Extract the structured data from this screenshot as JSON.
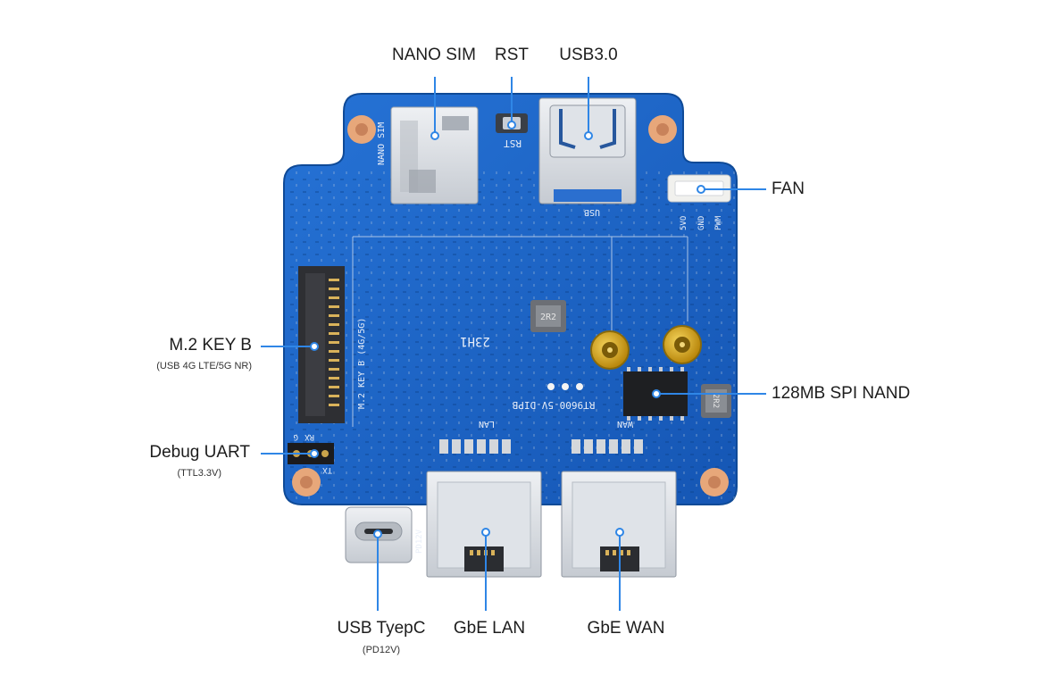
{
  "callouts": {
    "nano_sim": "NANO SIM",
    "rst": "RST",
    "usb30": "USB3.0",
    "fan": "FAN",
    "m2_key_b": "M.2 KEY B",
    "m2_key_b_sub": "(USB 4G LTE/5G NR)",
    "spi_nand": "128MB SPI NAND",
    "debug_uart": "Debug UART",
    "debug_uart_sub": "(TTL3.3V)",
    "usb_typec": "USB TyepC",
    "usb_typec_sub": "(PD12V)",
    "gbe_lan": "GbE LAN",
    "gbe_wan": "GbE WAN"
  },
  "silkscreen": {
    "board_name": "RT9600-5V-DIPB",
    "nano_sim": "NANO SIM",
    "rst": "RST",
    "usb": "USB",
    "fan_5v": "5VO",
    "fan_gnd": "GND",
    "fan_pwm": "PWM",
    "m2_slot": "M.2 KEY B (4G/5G)",
    "lan": "LAN",
    "wan": "WAN",
    "pd12v": "PD12V",
    "inductor1": "2R2",
    "inductor2": "2R2",
    "uart_rx": "RX",
    "uart_tx": "TX",
    "uart_g": "G",
    "code": "23H1"
  },
  "colors": {
    "board": "#1a63c6",
    "board_dark": "#124d9e",
    "callout_line": "#2f86e6",
    "callout_dot": "#ffffff",
    "pad_copper": "#e7a77a",
    "metal": "#d9dde2",
    "gold": "#d8a91a"
  }
}
